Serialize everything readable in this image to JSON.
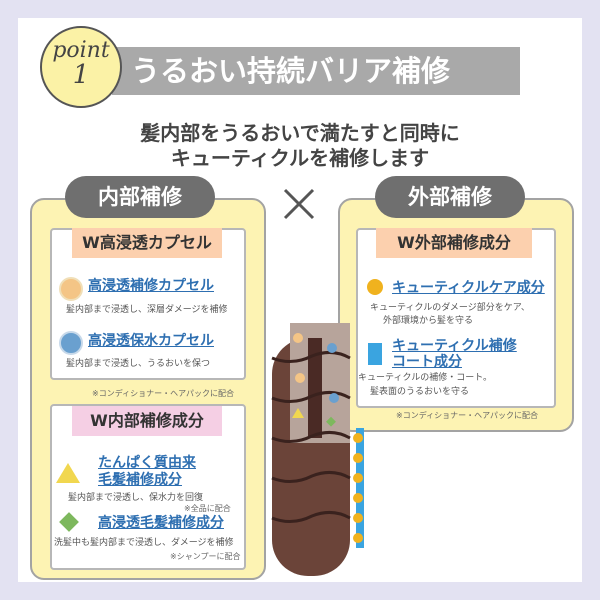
{
  "point_badge": {
    "word": "point",
    "number": "1"
  },
  "title": "うるおい持続バリア補修",
  "lead": {
    "line1": "髪内部をうるおいで満たすと同時に",
    "line2": "キューティクルを補修します"
  },
  "inner_panel": {
    "tab": "内部補修",
    "capsule_box": {
      "header": "W高浸透カプセル",
      "items": [
        {
          "title": "高浸透補修カプセル",
          "desc": "髪内部まで浸透し、深層ダメージを補修",
          "icon": "orange-circle-icon"
        },
        {
          "title": "高浸透保水カプセル",
          "desc": "髪内部まで浸透し、うるおいを保つ",
          "icon": "blue-circle-icon"
        }
      ],
      "note": "※コンディショナー・ヘアパックに配合"
    },
    "ingredient_box": {
      "header": "W内部補修成分",
      "items": [
        {
          "title_line1": "たんぱく質由来",
          "title_line2": "毛髪補修成分",
          "desc": "髪内部まで浸透し、保水力を回復",
          "note": "※全品に配合",
          "icon": "yellow-triangle-icon"
        },
        {
          "title": "高浸透毛髪補修成分",
          "desc": "洗髪中も髪内部まで浸透し、ダメージを補修",
          "note": "※シャンプーに配合",
          "icon": "green-diamond-icon"
        }
      ]
    }
  },
  "outer_panel": {
    "tab": "外部補修",
    "box": {
      "header": "W外部補修成分",
      "items": [
        {
          "title": "キューティクルケア成分",
          "desc_line1": "キューティクルのダメージ部分をケア、",
          "desc_line2": "外部環境から髪を守る",
          "icon": "gold-circle-icon"
        },
        {
          "title_line1": "キューティクル補修",
          "title_line2": "コート成分",
          "desc_line1": "キューティクルの補修・コート。",
          "desc_line2": "髪表面のうるおいを守る",
          "icon": "blue-square-icon"
        }
      ]
    },
    "note": "※コンディショナー・ヘアパックに配合"
  },
  "colors": {
    "background": "#e3e2f2",
    "panel": "#fdf3b3",
    "tab": "#6f6f6f",
    "accent_blue": "#2e6fb1",
    "title_bar": "#a9a9a9"
  }
}
